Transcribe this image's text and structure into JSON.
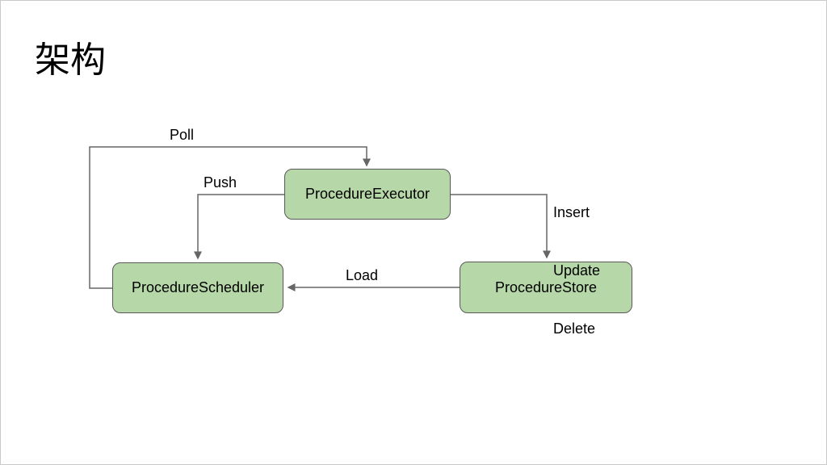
{
  "slide": {
    "title": "架构"
  },
  "diagram": {
    "nodes": [
      {
        "id": "executor",
        "label": "ProcedureExecutor"
      },
      {
        "id": "scheduler",
        "label": "ProcedureScheduler"
      },
      {
        "id": "store",
        "label": "ProcedureStore"
      }
    ],
    "edges": [
      {
        "id": "poll",
        "label": "Poll",
        "from": "scheduler",
        "to": "executor"
      },
      {
        "id": "push",
        "label": "Push",
        "from": "executor",
        "to": "scheduler"
      },
      {
        "id": "insert-update-delete",
        "label_lines": [
          "Insert",
          "Update",
          "Delete"
        ],
        "from": "executor",
        "to": "store"
      },
      {
        "id": "load",
        "label": "Load",
        "from": "store",
        "to": "scheduler"
      }
    ],
    "colors": {
      "node_fill": "#b6d7a8",
      "node_border": "#595959",
      "connector": "#666666",
      "slide_border": "#c9c9c9"
    }
  }
}
